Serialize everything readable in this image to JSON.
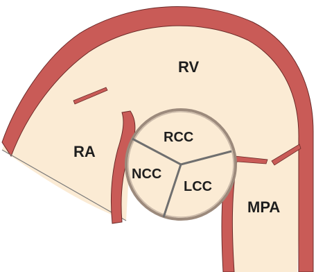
{
  "diagram": {
    "labels": {
      "rv": "RV",
      "ra": "RA",
      "mpa": "MPA",
      "rcc": "RCC",
      "ncc": "NCC",
      "lcc": "LCC"
    },
    "colors": {
      "background": "#ffffff",
      "chamber_fill": "#fbebd4",
      "wall": "#c95b57",
      "wall_outline": "#6b2a28",
      "valve_ring": "#9c8a7c",
      "valve_lines": "#6f6f6f",
      "text": "#1e1e1e"
    }
  }
}
